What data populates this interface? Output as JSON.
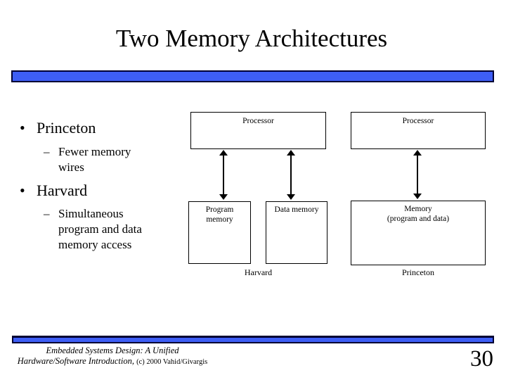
{
  "slide": {
    "title": "Two Memory Architectures",
    "page_number": "30"
  },
  "markers": {
    "bullet": "•",
    "dash": "–"
  },
  "bullets": [
    {
      "label": "Princeton",
      "sub": "Fewer memory wires"
    },
    {
      "label": "Harvard",
      "sub": "Simultaneous program and data memory access"
    }
  ],
  "diagram": {
    "harvard": {
      "processor": "Processor",
      "program_memory": "Program memory",
      "data_memory": "Data memory",
      "caption": "Harvard"
    },
    "princeton": {
      "processor": "Processor",
      "memory_line1": "Memory",
      "memory_line2": "(program and data)",
      "caption": "Princeton"
    }
  },
  "footer": {
    "line1": "Embedded Systems Design: A Unified",
    "line2_title": "Hardware/Software Introduction,",
    "line2_credit": "(c) 2000 Vahid/Givargis"
  },
  "colors": {
    "bar_fill": "#3E5EF5",
    "bar_border": "#000033"
  }
}
